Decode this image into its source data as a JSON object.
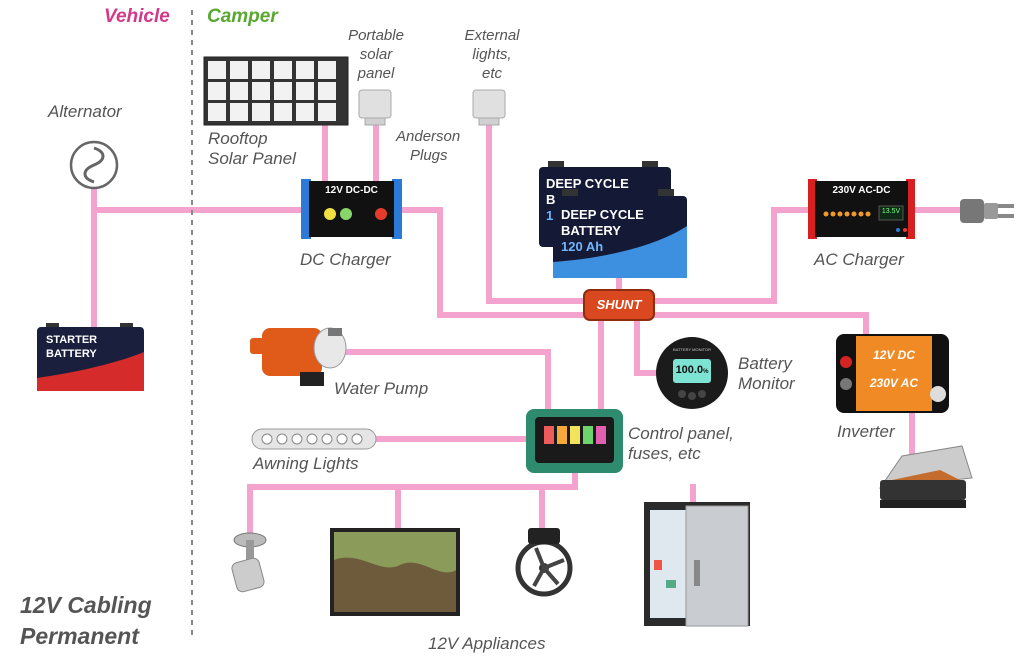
{
  "zones": {
    "vehicle": "Vehicle",
    "camper": "Camper"
  },
  "colors": {
    "wire": "#f4a3cf",
    "vehicle": "#d13a8a",
    "camper": "#5aa832",
    "shunt": "#c8401d",
    "control_panel": "#2e8b6e"
  },
  "title": {
    "line1": "12V Cabling",
    "line2": "Permanent"
  },
  "components": {
    "alternator": {
      "label": "Alternator",
      "icon": "alternator-icon"
    },
    "starter_battery": {
      "line1": "STARTER",
      "line2": "BATTERY"
    },
    "rooftop_solar": {
      "line1": "Rooftop",
      "line2": "Solar Panel"
    },
    "portable_solar": {
      "line1": "Portable",
      "line2": "solar",
      "line3": "panel"
    },
    "external_lights": {
      "line1": "External",
      "line2": "lights,",
      "line3": "etc"
    },
    "anderson_plugs": {
      "line1": "Anderson",
      "line2": "Plugs"
    },
    "dc_charger": {
      "label": "DC Charger",
      "face": "12V DC-DC"
    },
    "deep_cycle_back": {
      "line1": "DEEP CYCLE",
      "line2": "B",
      "line3": "1"
    },
    "deep_cycle_front": {
      "line1": "DEEP CYCLE",
      "line2": "BATTERY",
      "line3": "120 Ah"
    },
    "ac_charger": {
      "label": "AC Charger",
      "face": "230V AC-DC",
      "display": "13.5V"
    },
    "shunt": {
      "label": "SHUNT"
    },
    "battery_monitor": {
      "line1": "Battery",
      "line2": "Monitor",
      "face_title": "BATTERY MONITOR",
      "reading": "100.0",
      "unit": "%"
    },
    "inverter": {
      "label": "Inverter",
      "face1": "12V DC",
      "face2": "-",
      "face3": "230V AC"
    },
    "water_pump": {
      "label": "Water Pump"
    },
    "awning_lights": {
      "label": "Awning Lights"
    },
    "control_panel": {
      "line1": "Control panel,",
      "line2": "fuses, etc"
    },
    "appliances": {
      "label": "12V Appliances"
    }
  }
}
